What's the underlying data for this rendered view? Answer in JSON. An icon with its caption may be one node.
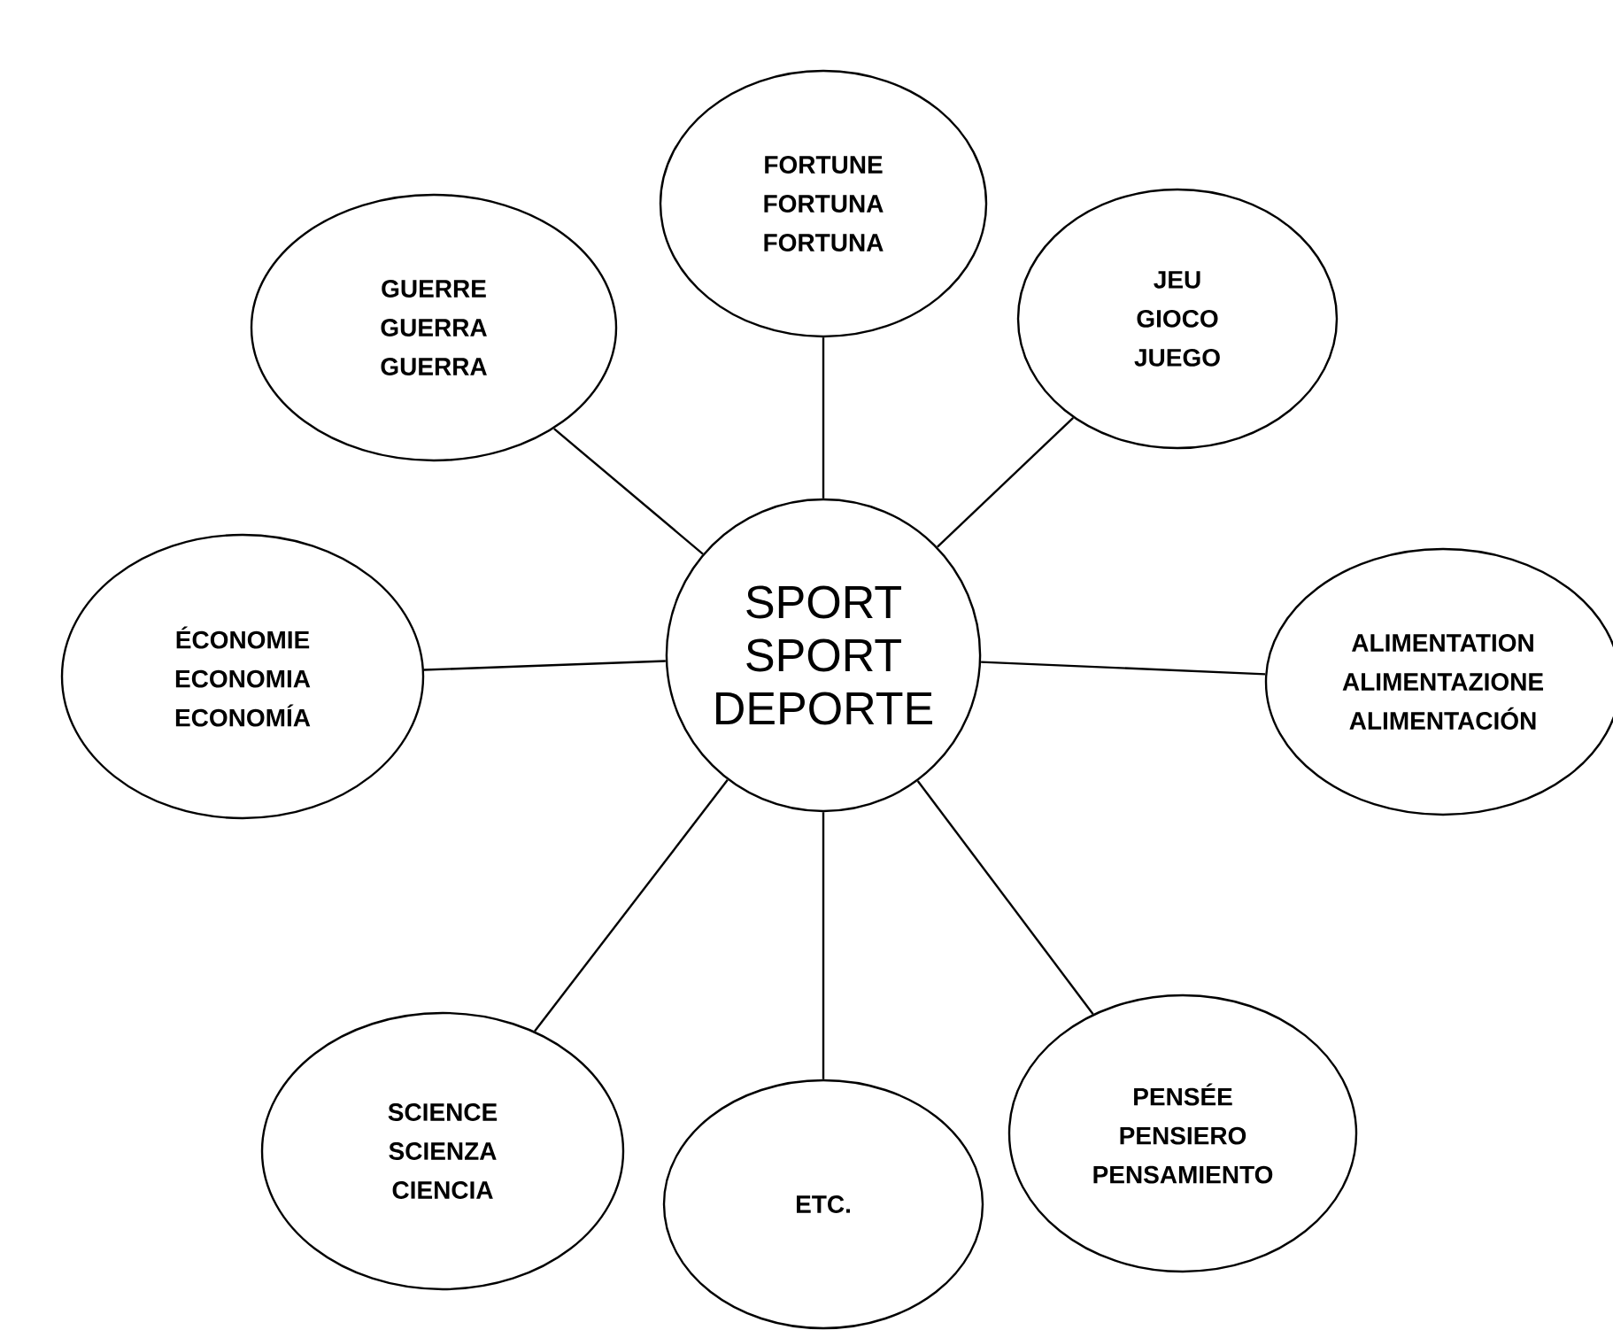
{
  "diagram": {
    "nodes": [
      {
        "text": [
          "SPORT",
          "SPORT",
          "DEPORTE"
        ]
      },
      {
        "text": [
          "FORTUNE",
          "FORTUNA",
          "FORTUNA"
        ]
      },
      {
        "text": [
          "GUERRE",
          "GUERRA",
          "GUERRA"
        ]
      },
      {
        "text": [
          "JEU",
          "GIOCO",
          "JUEGO"
        ]
      },
      {
        "text": [
          "ÉCONOMIE",
          "ECONOMIA",
          "ECONOMÍA"
        ]
      },
      {
        "text": [
          "ALIMENTATION",
          "ALIMENTAZIONE",
          "ALIMENTACIÓN"
        ]
      },
      {
        "text": [
          "SCIENCE",
          "SCIENZA",
          "CIENCIA"
        ]
      },
      {
        "text": [
          "PENSÉE",
          "PENSIERO",
          "PENSAMIENTO"
        ]
      },
      {
        "text": [
          "ETC."
        ]
      }
    ],
    "edges": [
      {
        "from": 0,
        "to": 1,
        "arrow": "none"
      },
      {
        "from": 0,
        "to": 2,
        "arrow": "none"
      },
      {
        "from": 0,
        "to": 3,
        "arrow": "none"
      },
      {
        "from": 0,
        "to": 4,
        "arrow": "none"
      },
      {
        "from": 0,
        "to": 5,
        "arrow": "none"
      },
      {
        "from": 0,
        "to": 6,
        "arrow": "none"
      },
      {
        "from": 0,
        "to": 7,
        "arrow": "none"
      },
      {
        "from": 0,
        "to": 8,
        "arrow": "none"
      }
    ]
  }
}
